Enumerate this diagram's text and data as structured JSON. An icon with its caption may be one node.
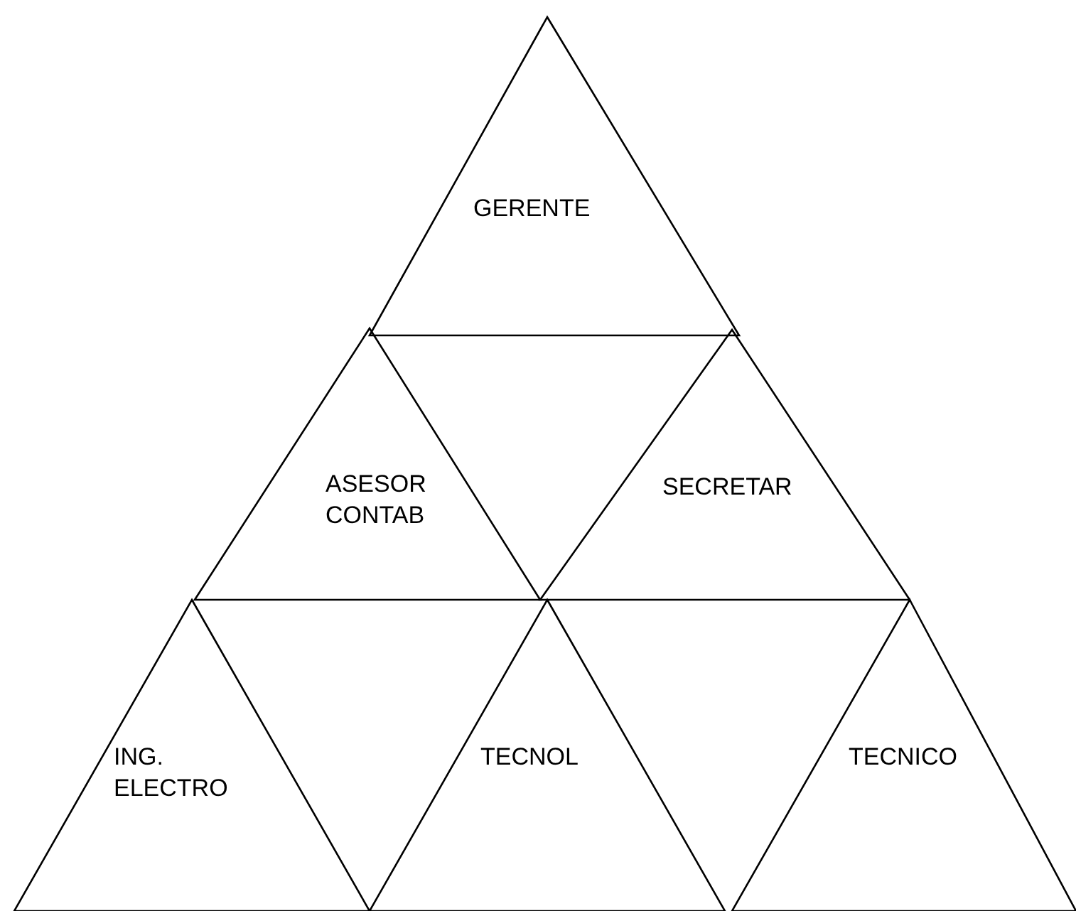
{
  "diagram": {
    "nodes": [
      {
        "text": [
          "GERENTE"
        ]
      },
      {
        "text": [
          "ASESOR CONTAB"
        ]
      },
      {
        "text": [
          "SECRETAR"
        ]
      },
      {
        "text": [
          "ING. ELECTRO"
        ]
      },
      {
        "text": [
          "TECNOL"
        ]
      },
      {
        "text": [
          "TECNICO"
        ]
      }
    ]
  }
}
